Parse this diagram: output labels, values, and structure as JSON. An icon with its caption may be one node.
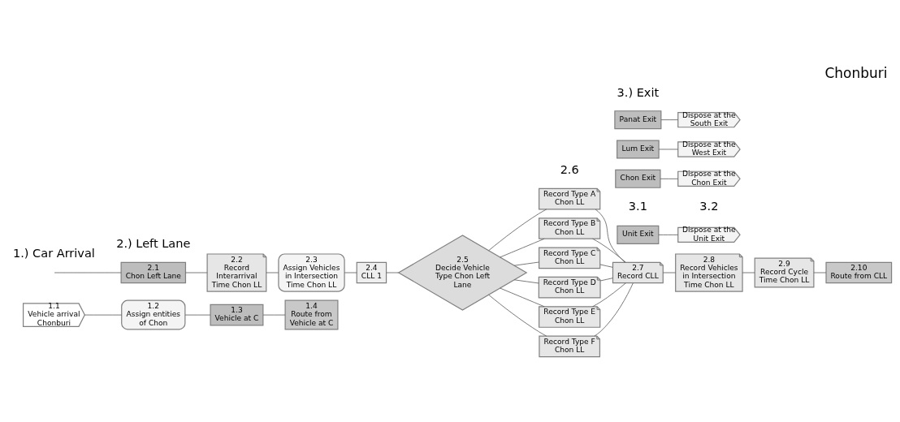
{
  "diagram": {
    "title": "Chonburi",
    "nodes": [
      {
        "text": [
          "1.1",
          "Vehicle arrival Chonburi"
        ]
      },
      {
        "text": [
          "1.2",
          "Assign entities of Chon"
        ]
      },
      {
        "text": [
          "1.3",
          "Vehicle at C"
        ]
      },
      {
        "text": [
          "1.4",
          "Route from Vehicle at C"
        ]
      },
      {
        "text": [
          "2.1",
          "Chon Left Lane"
        ]
      },
      {
        "text": [
          "2.2",
          "Record Interarrival Time Chon LL"
        ]
      },
      {
        "text": [
          "2.3",
          "Assign Vehicles in Intersection Time Chon LL"
        ]
      },
      {
        "text": [
          "2.4",
          "CLL 1"
        ]
      },
      {
        "text": [
          "2.5",
          "Decide Vehicle Type Chon Left Lane"
        ]
      },
      {
        "text": [
          "Record Type A Chon LL"
        ]
      },
      {
        "text": [
          "Record Type B Chon LL"
        ]
      },
      {
        "text": [
          "Record Type C Chon LL"
        ]
      },
      {
        "text": [
          "Record Type D Chon LL"
        ]
      },
      {
        "text": [
          "Record Type E Chon LL"
        ]
      },
      {
        "text": [
          "Record Type F Chon LL"
        ]
      },
      {
        "text": [
          "2.7",
          "Record CLL"
        ]
      },
      {
        "text": [
          "2.8",
          "Record Vehicles in Intersection Time Chon LL"
        ]
      },
      {
        "text": [
          "2.9",
          "Record Cycle Time Chon LL"
        ]
      },
      {
        "text": [
          "2.10",
          "Route from CLL"
        ]
      },
      {
        "text": [
          "Unit Exit"
        ],
        "beside": [
          "3.1"
        ]
      },
      {
        "text": [
          "Dispose at the Unit Exit"
        ],
        "beside": [
          "3.2"
        ]
      },
      {
        "text": [
          "Chon Exit"
        ]
      },
      {
        "text": [
          "Dispose at the Chon Exit"
        ]
      },
      {
        "text": [
          "Lum Exit"
        ]
      },
      {
        "text": [
          "Dispose at the West Exit"
        ]
      },
      {
        "text": [
          "Panat Exit"
        ]
      },
      {
        "text": [
          "Dispose at the South Exit"
        ]
      }
    ],
    "edges": [
      {
        "from": 0,
        "to": 1,
        "arrow": "none"
      },
      {
        "from": 1,
        "to": 2,
        "arrow": "none"
      },
      {
        "from": 2,
        "to": 3,
        "arrow": "none"
      },
      {
        "from": null,
        "to": 4,
        "arrow": "none"
      },
      {
        "from": 4,
        "to": 5,
        "arrow": "none"
      },
      {
        "from": 5,
        "to": 6,
        "arrow": "none"
      },
      {
        "from": 6,
        "to": 7,
        "arrow": "none"
      },
      {
        "from": 7,
        "to": 8,
        "arrow": "none"
      },
      {
        "from": 8,
        "to": 9,
        "arrow": "none"
      },
      {
        "from": 8,
        "to": 10,
        "arrow": "none"
      },
      {
        "from": 8,
        "to": 11,
        "arrow": "none"
      },
      {
        "from": 8,
        "to": 12,
        "arrow": "none"
      },
      {
        "from": 8,
        "to": 13,
        "arrow": "none"
      },
      {
        "from": 8,
        "to": 14,
        "arrow": "none"
      },
      {
        "from": 9,
        "to": 15,
        "arrow": "none"
      },
      {
        "from": 10,
        "to": 15,
        "arrow": "none"
      },
      {
        "from": 11,
        "to": 15,
        "arrow": "none"
      },
      {
        "from": 12,
        "to": 15,
        "arrow": "none"
      },
      {
        "from": 13,
        "to": 15,
        "arrow": "none"
      },
      {
        "from": 14,
        "to": 15,
        "arrow": "none"
      },
      {
        "from": 15,
        "to": 16,
        "arrow": "none"
      },
      {
        "from": 16,
        "to": 17,
        "arrow": "none"
      },
      {
        "from": 17,
        "to": 18,
        "arrow": "none"
      },
      {
        "from": 19,
        "to": 20,
        "arrow": "none"
      },
      {
        "from": 21,
        "to": 22,
        "arrow": "none"
      },
      {
        "from": 23,
        "to": 24,
        "arrow": "none"
      },
      {
        "from": 25,
        "to": 26,
        "arrow": "none"
      }
    ],
    "labels": [
      "1.) Car Arrival",
      "2.) Left Lane",
      "2.6",
      "3.) Exit"
    ]
  }
}
